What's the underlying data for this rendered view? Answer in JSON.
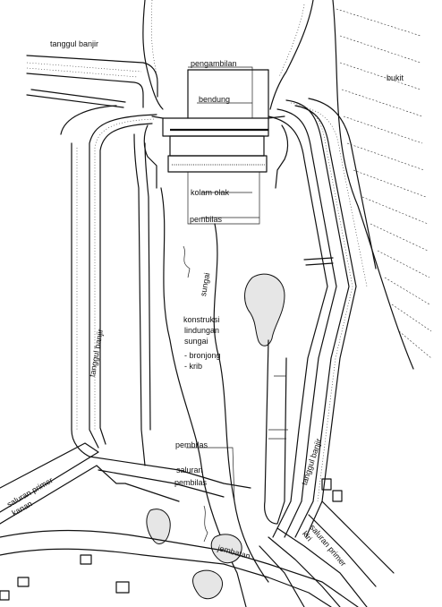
{
  "labels": {
    "tanggul_banjir": "tanggul banjir",
    "pengambilan": "pengambilan",
    "bendung": "bendung",
    "bukit": "bukit",
    "kolam_olak": "kolam olak",
    "pembilas_top": "pembilas",
    "sungai": "sungai",
    "konstruksi": "konstruksi",
    "lindungan": "lindungan",
    "sungai2": "sungai",
    "bronjong": "- bronjong",
    "krib": "- krib",
    "pembilas_mid": "pembilas",
    "saluran_pembilas_1": "saluran",
    "saluran_pembilas_2": "pembilas",
    "jembatan": "jembatan",
    "saluran_primer_kanan": "saluran primer kanan",
    "saluran_primer_kiri": "saluran primer kiri",
    "tanggul_left": "tanggul banjir",
    "tanggul_right": "tanggul banjir"
  }
}
